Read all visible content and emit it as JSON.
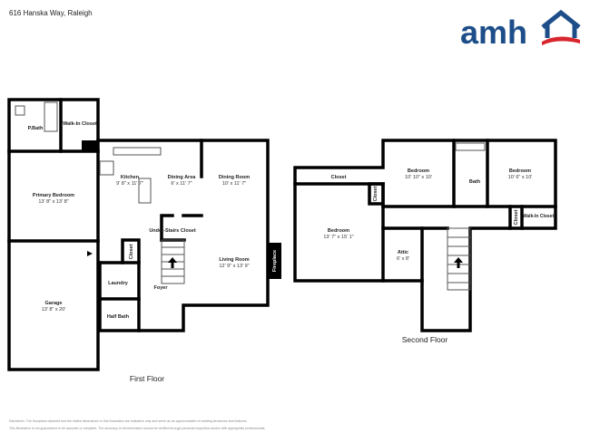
{
  "address": "616 Hanska Way, Raleigh",
  "logo": {
    "text": "amh",
    "brand_color": "#1d4e89",
    "accent_color": "#d7262e"
  },
  "first_floor": {
    "label": "First Floor",
    "rooms": {
      "pbath": {
        "name": "P.Bath"
      },
      "walkin": {
        "name": "Walk-In Closet"
      },
      "primary": {
        "name": "Primary Bedroom",
        "dims": "13' 8\" x 13' 8\""
      },
      "garage": {
        "name": "Garage",
        "dims": "13' 8\" x 20'"
      },
      "kitchen": {
        "name": "Kitchen",
        "dims": "9' 8\" x 11' 7\""
      },
      "dining_area": {
        "name": "Dining Area",
        "dims": "6' x 11' 7\""
      },
      "dining_room": {
        "name": "Dining Room",
        "dims": "10' x 11' 7\""
      },
      "under_stairs": {
        "name": "Under-Stairs Closet"
      },
      "closet": {
        "name": "Closet"
      },
      "laundry": {
        "name": "Laundry"
      },
      "living": {
        "name": "Living Room",
        "dims": "12' 9\" x 13' 9\""
      },
      "foyer": {
        "name": "Foyer"
      },
      "half_bath": {
        "name": "Half Bath"
      },
      "fireplace": {
        "name": "Fireplace"
      }
    }
  },
  "second_floor": {
    "label": "Second Floor",
    "rooms": {
      "closet_top": {
        "name": "Closet"
      },
      "bedroom_big": {
        "name": "Bedroom",
        "dims": "13' 7\" x 15' 1\""
      },
      "closet_small": {
        "name": "Closet"
      },
      "bedroom_a": {
        "name": "Bedroom",
        "dims": "10' 10\" x 10'"
      },
      "bath": {
        "name": "Bath"
      },
      "bedroom_b": {
        "name": "Bedroom",
        "dims": "10' 6\" x 10'"
      },
      "closet_hall": {
        "name": "Closet"
      },
      "walkin": {
        "name": "Walk-In Closet"
      },
      "attic": {
        "name": "Attic",
        "dims": "6' x 8'"
      }
    }
  },
  "disclaimer": [
    "Disclaimer: The floorplans depicted and the stated dimensions in this illustration are indicative only and serve as an approximation of existing structures and features.",
    "This illustration is not guaranteed to be accurate or complete. The accuracy of all information should be verified through personal inspection and/or with appropriate professionals."
  ]
}
